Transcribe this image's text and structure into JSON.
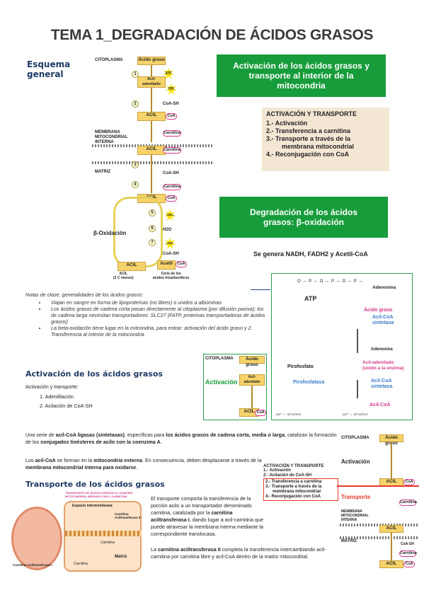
{
  "title": "TEMA 1_DEGRADACIÓN DE ÁCIDOS GRASOS",
  "esquema": {
    "line1": "Esquema",
    "line2": "general"
  },
  "diagram1": {
    "citoplasma": "CITOPLASMA",
    "acido_graso": "Ácido graso",
    "atp": "ATP",
    "acil_adenilado": "Acil-\nadenilado",
    "ppi": "PPi",
    "coa_sh": "CoA-SH",
    "acil": "ACIL",
    "coa": "CoA",
    "carnitina": "Carnitina",
    "membrana": "MEMBRANA\nMITOCONDRIAL\nINTERNA",
    "matriz": "MATRIZ",
    "b_oxidacion": "β-Oxidación",
    "fadh2": "FADH2",
    "h2o": "H2O",
    "nadh": "NADH",
    "acetil_coa": "Acetil",
    "acil_bottom": "ACIL\n(2 C menos)",
    "ciclo": "Ciclo de los\nácidos tricarboxílicos",
    "nums": [
      "1",
      "2",
      "3",
      "4",
      "5",
      "6",
      "7"
    ]
  },
  "box_activacion": "Activación de los ácidos grasos y transporte al interior de la mitocondria",
  "activacion_list": {
    "header": "ACTIVACIÓN Y TRANSPORTE",
    "items": [
      "1.- Activación",
      "2.- Transferencia a carnitina",
      "3.- Transporte a través de la",
      "membrana mitocondrial",
      "4.- Reconjugación con CoA"
    ]
  },
  "box_degradacion": "Degradación de los ácidos grasos: β-oxidación",
  "se_genera": "Se genera NADH, FADH2 y Acetil-CoA",
  "notes": {
    "intro": "Notas de clase, generalidades de los ácidos grasos:",
    "items": [
      "Viajan en sangre en forma de lipoproteínas (no libres) o unidos a albúminas",
      "Los ácidos grasos de cadena corta pasan directamente al citoplasma (por difusión pasiva); los de cadena larga necesitan transportadores: SLC27 (FATP, proteínas transportadoras de ácidos grasos)",
      "La beta-oxidación tiene lugar en la mitcondria, para entrar: activación del ácido graso y 2. Transferencia al interior de la mitocondria"
    ]
  },
  "atp_diagram": {
    "adenosina": "Adenosina",
    "atp": "ATP",
    "acido_graso": "Ácido graso",
    "acil_coa_sintetasa": "Acil-CoA\nsintetasa",
    "adenosina2": "Adenosina",
    "pirofosfato": "Pirofosfato",
    "acil_adenilado": "Acil-adenilado\n(unido a la enzima)",
    "pirofosfatasa": "Pirofosfatasa",
    "acil_coa_sintetasa2": "Acil-CoA\nsintetasa",
    "acil_coa": "Acil-CoA",
    "delta1": "ΔG°' = -15 kJ/mol",
    "delta2": "ΔG°' = -33 kJ/mol"
  },
  "section_activacion": {
    "heading": "Activación de los ácidos grasos",
    "sub": "Activación y transporte:",
    "items": [
      "1.   Adenililación",
      "2.   Acilación de CoA-SH"
    ]
  },
  "small_diagram": {
    "citoplasma": "CITOPLASMA",
    "acido_graso": "Ácido graso",
    "activacion": "Activación",
    "acil_adenilado": "Acil-\nadenilado",
    "acil": "ACIL",
    "coa": "CoA"
  },
  "para1": {
    "a": "Una serie de ",
    "b": "acil-CoA ligasas (sintetasas)",
    "c": ", específicas para ",
    "d": "los ácidos grasos de cadena corta, media o larga",
    "e": ", catalizan la formación de los ",
    "f": "conjugados tioésteres de acilo con la coenzima A",
    "g": "."
  },
  "para2": {
    "a": "Los ",
    "b": "acil-CoA",
    "c": " se forman en la ",
    "d": "mitocondria externa",
    "e": ". En consecuencia, deben desplazarse a través de la ",
    "f": "membrana mitocondrial interna para oxidarse",
    "g": "."
  },
  "section_transporte": {
    "heading": "Transporte de los ácidos grasos"
  },
  "para3": {
    "a": "El transporte comporta la transferencia de la porción acilo a un transportador denominado carnitina, catalizada por la ",
    "b": "carnitina aciltransferasa I",
    "c": ", dando lugar a acil-carnitina que puede atravesar la membrana interna mediante la correspondiente translocasa."
  },
  "para4": {
    "a": "La ",
    "b": "carnitina aciltransferasa II",
    "c": " completa la transferencia intercambiando acil-carnitina por carnitina libre y acil-CoA dentro de la matriz mitocondrial."
  },
  "mito": {
    "title": "TRANSPORTE DE ÁCIDOS GRASOS A LA MATRIZ MITOCONDRIAL MEDIADO POR L-CARNITINA",
    "espacio": "Espacio intermembrana",
    "cat2": "Carnitina Aciltransferasa II",
    "carnitina": "Carnitina",
    "matriz": "Matriz",
    "cat1": "Carnitina Aciltransferasa I",
    "carnitina_label": "Carnitina"
  },
  "right_panel": {
    "citoplasma": "CITOPLASMA",
    "acido_graso": "Ácido graso",
    "activacion": "Activación",
    "transporte": "Transporte",
    "list_header": "ACTIVACIÓN Y TRANSPORTE",
    "list": [
      "1.- Activación",
      "2.- Acilación de CoA-SH",
      "2.- Transferencia a carnitina",
      "3.- Transporte a través de la",
      "membrana mitocondrial",
      "4.- Reconjugación con CoA"
    ],
    "membrana": "MEMBRANA\nMITOCONDRIAL\nINTERNA",
    "matriz": "MATRIZ",
    "acil": "ACIL",
    "coa": "CoA",
    "carnitina": "Carnitina",
    "coa_sh": "CoA-SH"
  },
  "colors": {
    "green": "#169c3a",
    "navy": "#1f3b66",
    "pink": "#d4398a",
    "blue": "#3b7cc9",
    "yellow": "#f6d36a"
  }
}
